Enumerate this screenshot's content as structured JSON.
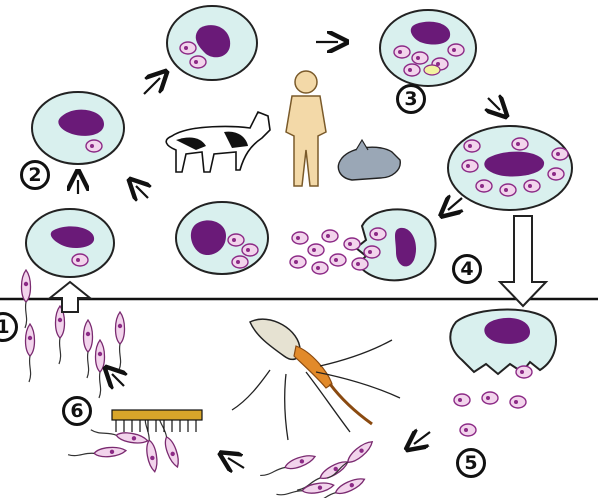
{
  "stage_labels": {
    "one": "1",
    "two": "2",
    "three": "3",
    "four": "4",
    "five": "5",
    "six": "6"
  },
  "colors": {
    "cell_fill": "#d9f0ee",
    "nucleus": "#6a1a78",
    "parasite_fill": "#f2d4ec",
    "parasite_outline": "#8c2a86",
    "line": "#111111",
    "fly_body": "#e28a2a"
  }
}
